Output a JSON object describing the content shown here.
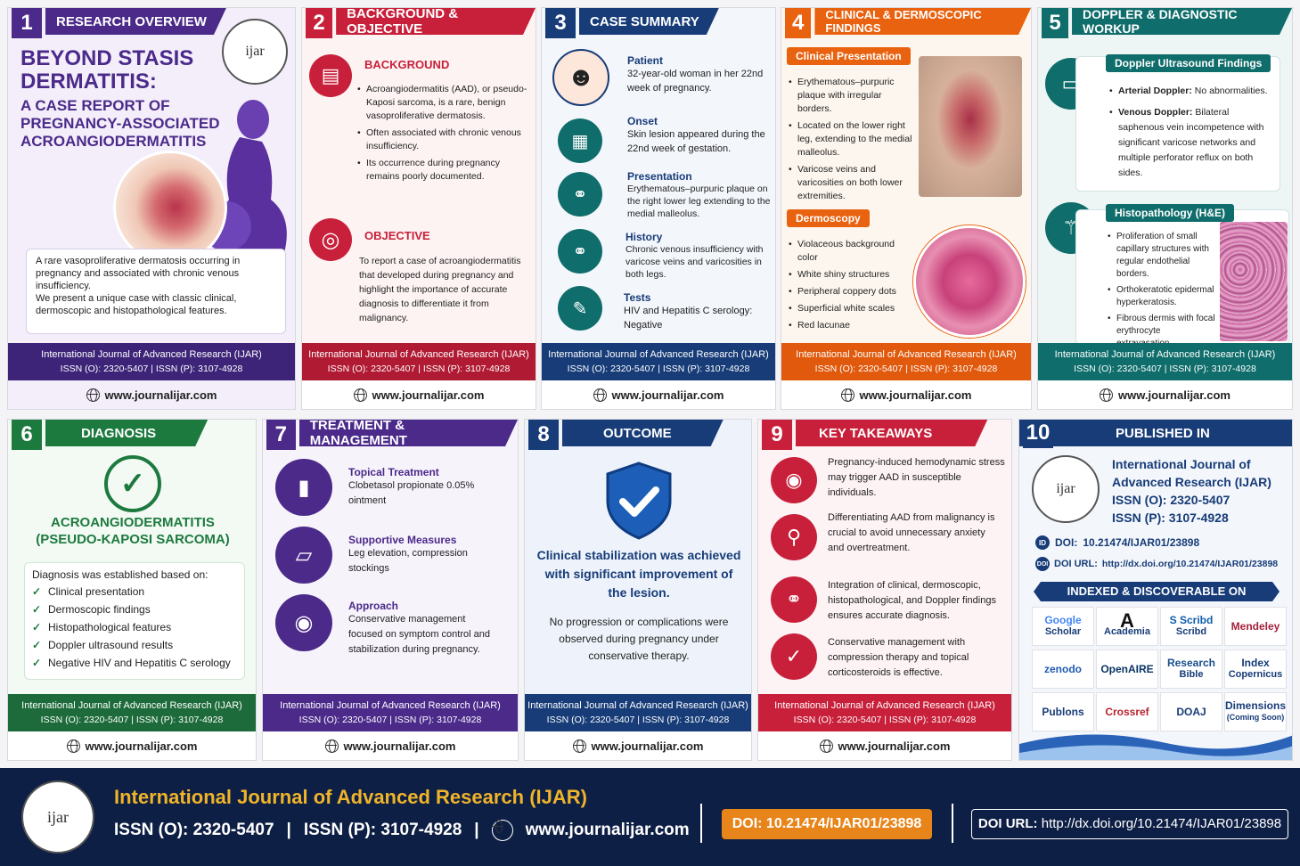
{
  "p1": {
    "num": "1",
    "title": "RESEARCH OVERVIEW",
    "logo": "ijar",
    "h1": "BEYOND STASIS",
    "h2": "DERMATITIS:",
    "h3": "A CASE REPORT OF",
    "h4": "PREGNANCY-ASSOCIATED",
    "h5": "ACROANGIODERMATITIS",
    "box1": "A rare vasoproliferative dermatosis occurring in pregnancy and associated with chronic venous insufficiency.",
    "box2": "We present a unique case with classic clinical, dermoscopic and histopathological features."
  },
  "p2": {
    "num": "2",
    "title": "BACKGROUND & OBJECTIVE",
    "bg_h": "BACKGROUND",
    "bg": [
      "Acroangiodermatitis (AAD), or pseudo-Kaposi sarcoma, is a rare, benign vasoproliferative dermatosis.",
      "Often associated with chronic venous insufficiency.",
      "Its occurrence during pregnancy remains poorly documented."
    ],
    "obj_h": "OBJECTIVE",
    "obj": "To report a case of acroangiodermatitis that developed during pregnancy and highlight the importance of accurate diagnosis to differentiate it from malignancy."
  },
  "p3": {
    "num": "3",
    "title": "CASE SUMMARY",
    "items": [
      {
        "h": "Patient",
        "t": "32-year-old woman in her 22nd week of pregnancy."
      },
      {
        "h": "Onset",
        "t": "Skin lesion appeared during the 22nd week of gestation."
      },
      {
        "h": "Presentation",
        "t": "Erythematous–purpuric plaque on the right lower leg extending to the medial malleolus."
      },
      {
        "h": "History",
        "t": "Chronic venous insufficiency with varicose veins and varicosities in both legs."
      },
      {
        "h": "Tests",
        "t": "HIV and Hepatitis C serology: Negative"
      }
    ]
  },
  "p4": {
    "num": "4",
    "title": "CLINICAL & DERMOSCOPIC FINDINGS",
    "cp_h": "Clinical Presentation",
    "cp": [
      "Erythematous–purpuric plaque with irregular borders.",
      "Located on the lower right leg, extending to the medial malleolus.",
      "Varicose veins and varicosities on both lower extremities."
    ],
    "ds_h": "Dermoscopy",
    "ds": [
      "Violaceous background color",
      "White shiny structures",
      "Peripheral coppery dots",
      "Superficial white scales",
      "Red lacunae"
    ]
  },
  "p5": {
    "num": "5",
    "title": "DOPPLER & DIAGNOSTIC WORKUP",
    "dop_h": "Doppler Ultrasound Findings",
    "dop": [
      {
        "b": "Arterial Doppler:",
        "t": " No abnormalities."
      },
      {
        "b": "Venous Doppler:",
        "t": " Bilateral saphenous vein incompetence with significant varicose networks and multiple perforator reflux on both sides."
      }
    ],
    "his_h": "Histopathology (H&E)",
    "his": [
      "Proliferation of small capillary structures with regular endothelial borders.",
      "Orthokeratotic epidermal hyperkeratosis.",
      "Fibrous dermis with focal erythrocyte extravasation."
    ]
  },
  "p6": {
    "num": "6",
    "title": "DIAGNOSIS",
    "d1": "ACROANGIODERMATITIS",
    "d2": "(PSEUDO-KAPOSI SARCOMA)",
    "intro": "Diagnosis was established based on:",
    "items": [
      "Clinical presentation",
      "Dermoscopic findings",
      "Histopathological features",
      "Doppler ultrasound results",
      "Negative HIV and Hepatitis C serology"
    ]
  },
  "p7": {
    "num": "7",
    "title": "TREATMENT & MANAGEMENT",
    "items": [
      {
        "h": "Topical Treatment",
        "t": "Clobetasol propionate 0.05% ointment"
      },
      {
        "h": "Supportive Measures",
        "t": "Leg elevation, compression stockings"
      },
      {
        "h": "Approach",
        "t": "Conservative management focused on symptom control and stabilization during pregnancy."
      }
    ]
  },
  "p8": {
    "num": "8",
    "title": "OUTCOME",
    "main": "Clinical stabilization was achieved with significant improvement of the lesion.",
    "sub": "No progression or complications were observed during pregnancy under conservative therapy."
  },
  "p9": {
    "num": "9",
    "title": "KEY TAKEAWAYS",
    "items": [
      "Pregnancy-induced hemodynamic stress may trigger AAD in susceptible individuals.",
      "Differentiating AAD from malignancy is crucial to avoid unnecessary anxiety and overtreatment.",
      "Integration of clinical, dermoscopic, histopathological, and Doppler findings ensures accurate diagnosis.",
      "Conservative management with compression therapy and topical corticosteroids is effective."
    ]
  },
  "p10": {
    "num": "10",
    "title": "PUBLISHED IN",
    "j1": "International Journal of",
    "j2": "Advanced Research (IJAR)",
    "issn_o": "ISSN (O): 2320-5407",
    "issn_p": "ISSN (P): 3107-4928",
    "doi_l": "DOI:",
    "doi": "10.21474/IJAR01/23898",
    "doiurl_l": "DOI URL:",
    "doiurl": "http://dx.doi.org/10.21474/IJAR01/23898",
    "idx_h": "INDEXED & DISCOVERABLE ON",
    "idx": [
      [
        "Google",
        "Scholar"
      ],
      [
        "A",
        "Academia"
      ],
      [
        "S Scribd",
        "Scribd"
      ],
      [
        "Mendeley",
        ""
      ],
      [
        "zenodo",
        ""
      ],
      [
        "OpenAIRE",
        ""
      ],
      [
        "Research",
        "Bible"
      ],
      [
        "Index",
        "Copernicus"
      ],
      [
        "Publons",
        ""
      ],
      [
        "Crossref",
        ""
      ],
      [
        "DOAJ",
        ""
      ],
      [
        "Dimensions",
        "(Coming Soon)"
      ]
    ]
  },
  "footer": {
    "journal": "International Journal of Advanced Research (IJAR)",
    "issn": "ISSN (O): 2320-5407   |   ISSN (P): 3107-4928",
    "web": "www.journalijar.com"
  },
  "bottom": {
    "logo": "ijar",
    "title": "International Journal of Advanced Research (IJAR)",
    "issn_o": "ISSN (O): 2320-5407",
    "issn_p": "ISSN (P): 3107-4928",
    "web": "www.journalijar.com",
    "doi": "DOI: 10.21474/IJAR01/23898",
    "doiurl_l": "DOI URL:",
    "doiurl": "http://dx.doi.org/10.21474/IJAR01/23898"
  },
  "colors": {
    "p1": "#4b2a8a",
    "p2": "#c8203a",
    "p3": "#173c78",
    "p4": "#e8620f",
    "p5": "#0f6d6b",
    "p6": "#1d7a3f",
    "p7": "#4b2a8a",
    "p8": "#173c78",
    "p9": "#c8203a",
    "p10": "#173c78"
  }
}
